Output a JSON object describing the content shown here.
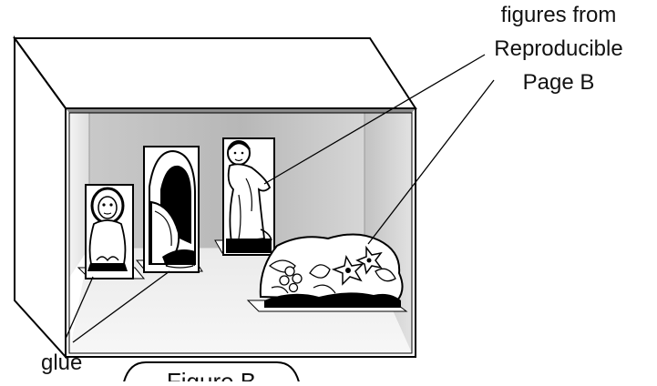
{
  "labels": {
    "figures_line1": "figures from",
    "figures_line2": "Reproducible",
    "figures_line3": "Page B",
    "glue": "glue",
    "figure_caption": "Figure B"
  }
}
